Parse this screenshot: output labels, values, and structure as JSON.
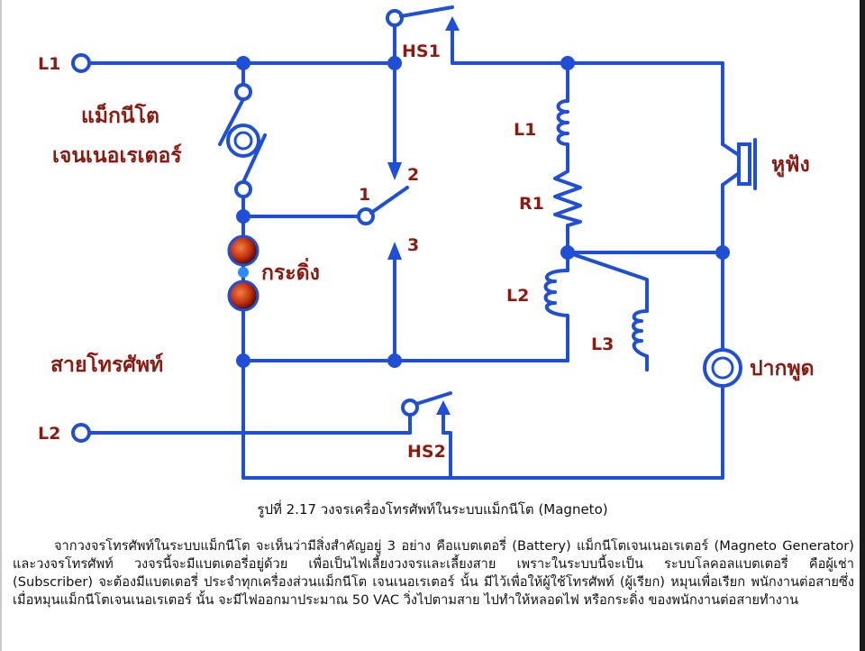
{
  "diagram": {
    "labels": {
      "l1_terminal": "L1",
      "l2_terminal": "L2",
      "hs1": "HS1",
      "hs2": "HS2",
      "magneto_line1": "แม็กนีโต",
      "magneto_line2": "เจนเนอเรเตอร์",
      "bell": "กระดิ่ง",
      "phone_line": "สายโทรศัพท์",
      "switch_pos1": "1",
      "switch_pos2": "2",
      "switch_pos3": "3",
      "coil_l1": "L1",
      "resistor_r1": "R1",
      "coil_l2": "L2",
      "coil_l3": "L3",
      "receiver": "หูฟัง",
      "transmitter": "ปากพูด"
    },
    "colors": {
      "wire": "#1f4fd6",
      "label": "#8b1a10",
      "bell": "#c03010"
    },
    "icons": {
      "magneto": "magneto-generator-icon",
      "bell": "bell-icon",
      "receiver": "earpiece-icon",
      "transmitter": "microphone-icon",
      "coil": "inductor-icon",
      "resistor": "resistor-icon"
    }
  },
  "caption": "รูปที่ 2.17 วงจรเครื่องโทรศัพท์ในระบบแม็กนีโต (Magneto)",
  "paragraph": "จากวงจรโทรศัพท์ในระบบแม็กนีโต จะเห็นว่ามีสิ่งสำคัญอยู่ 3 อย่าง คือแบตเตอรี่ (Battery) แม็กนีโตเจนเนอเรเตอร์ (Magneto Generator) และวงจรโทรศัพท์ วงจรนี้จะมีแบตเตอรี่อยู่ด้วย เพื่อเป็นไฟเลี้ยงวงจรและเลี้ยงสาย เพราะในระบบนี้จะเป็น ระบบโลคอลแบตเตอรี่ คือผู้เช่า (Subscriber) จะต้องมีแบตเตอรี่ ประจำทุกเครื่องส่วนแม็กนีโต เจนเนอเรเตอร์ นั้น มีไว้เพื่อให้ผู้ใช้โทรศัพท์ (ผู้เรียก) หมุนเพื่อเรียก พนักงานต่อสายซึ่งเมื่อหมุนแม็กนีโตเจนเนอเรเตอร์ นั้น จะมีไฟออกมาประมาณ 50 VAC วิ่งไปตามสาย ไปทำให้หลอดไฟ หรือกระดิ่ง ของพนักงานต่อสายทำงาน"
}
